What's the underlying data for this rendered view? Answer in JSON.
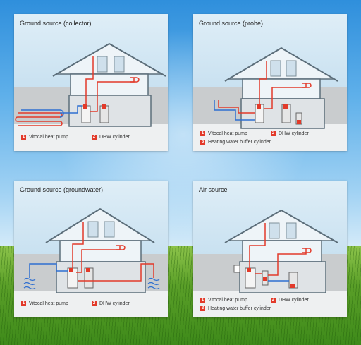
{
  "panels": [
    {
      "title": "Ground source (collector)",
      "legend": [
        {
          "num": "1",
          "label": "Vitocal heat pump"
        },
        {
          "num": "2",
          "label": "DHW cylinder"
        }
      ]
    },
    {
      "title": "Ground source (probe)",
      "legend": [
        {
          "num": "1",
          "label": "Vitocal heat pump"
        },
        {
          "num": "2",
          "label": "DHW cylinder"
        },
        {
          "num": "3",
          "label": "Heating water buffer cylinder"
        }
      ]
    },
    {
      "title": "Ground source (groundwater)",
      "legend": [
        {
          "num": "1",
          "label": "Vitocal heat pump"
        },
        {
          "num": "2",
          "label": "DHW cylinder"
        }
      ]
    },
    {
      "title": "Air source",
      "legend": [
        {
          "num": "1",
          "label": "Vitocal heat pump"
        },
        {
          "num": "2",
          "label": "DHW cylinder"
        },
        {
          "num": "3",
          "label": "Heating water buffer cylinder"
        }
      ]
    }
  ],
  "colors": {
    "hot_pipe": "#e23a2a",
    "cold_pipe": "#2f6fd0",
    "badge": "#e23a2a"
  }
}
